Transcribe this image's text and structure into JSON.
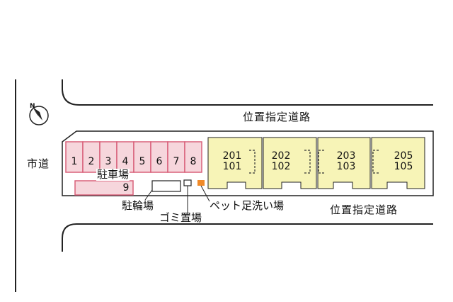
{
  "roads": {
    "top": "位置指定道路",
    "right": "位置指定道路",
    "left": "市道"
  },
  "parking": {
    "label": "駐車場",
    "spaces": [
      "1",
      "2",
      "3",
      "4",
      "5",
      "6",
      "7",
      "8"
    ],
    "extra_space": "9"
  },
  "facilities": {
    "bicycle": "駐輪場",
    "garbage": "ゴミ置場",
    "pet_wash": "ペット足洗い場"
  },
  "buildings": [
    {
      "upper": "201",
      "lower": "101"
    },
    {
      "upper": "202",
      "lower": "102"
    },
    {
      "upper": "203",
      "lower": "103"
    },
    {
      "upper": "205",
      "lower": "105"
    }
  ],
  "compass": {
    "label": "N"
  },
  "colors": {
    "parking_fill": "#f6d6dc",
    "parking_stroke": "#d8607a",
    "building_fill": "#f7f4b7",
    "pet_wash": "#f08a28",
    "road_line": "#222222"
  }
}
